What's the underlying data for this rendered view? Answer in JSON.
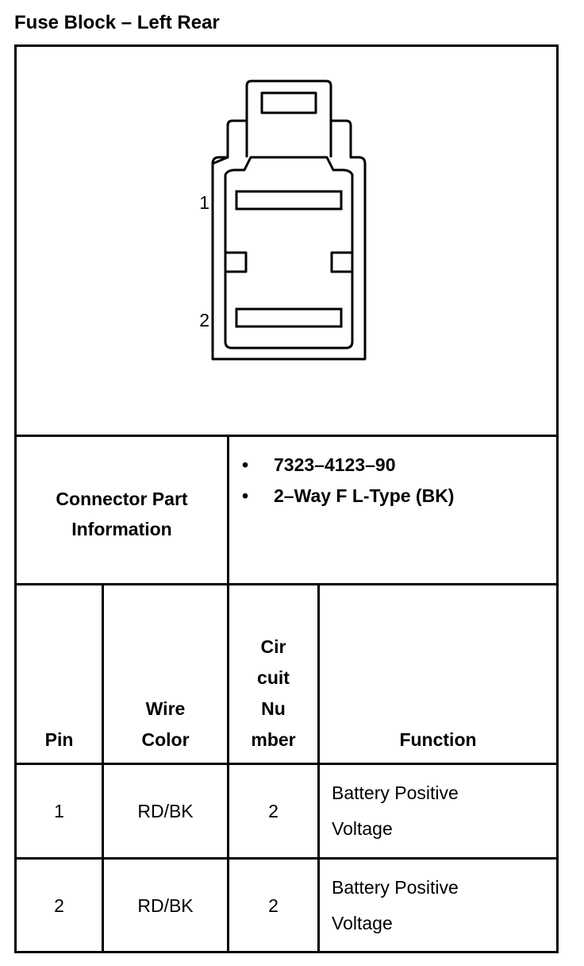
{
  "title": "Fuse Block – Left Rear",
  "connector_diagram": {
    "pin_labels": [
      "1",
      "2"
    ]
  },
  "connector_part_info": {
    "label": "Connector Part\nInformation",
    "items": [
      "7323–4123–90",
      "2–Way F L-Type (BK)"
    ],
    "bullet": "•"
  },
  "pin_table": {
    "headers": {
      "pin": "Pin",
      "wire_color": "Wire\nColor",
      "circuit_number": "Cir\ncuit\nNu\nmber",
      "function": "Function"
    },
    "rows": [
      {
        "pin": "1",
        "wire_color": "RD/BK",
        "circuit": "2",
        "function": "Battery Positive\nVoltage"
      },
      {
        "pin": "2",
        "wire_color": "RD/BK",
        "circuit": "2",
        "function": "Battery Positive\nVoltage"
      }
    ]
  }
}
